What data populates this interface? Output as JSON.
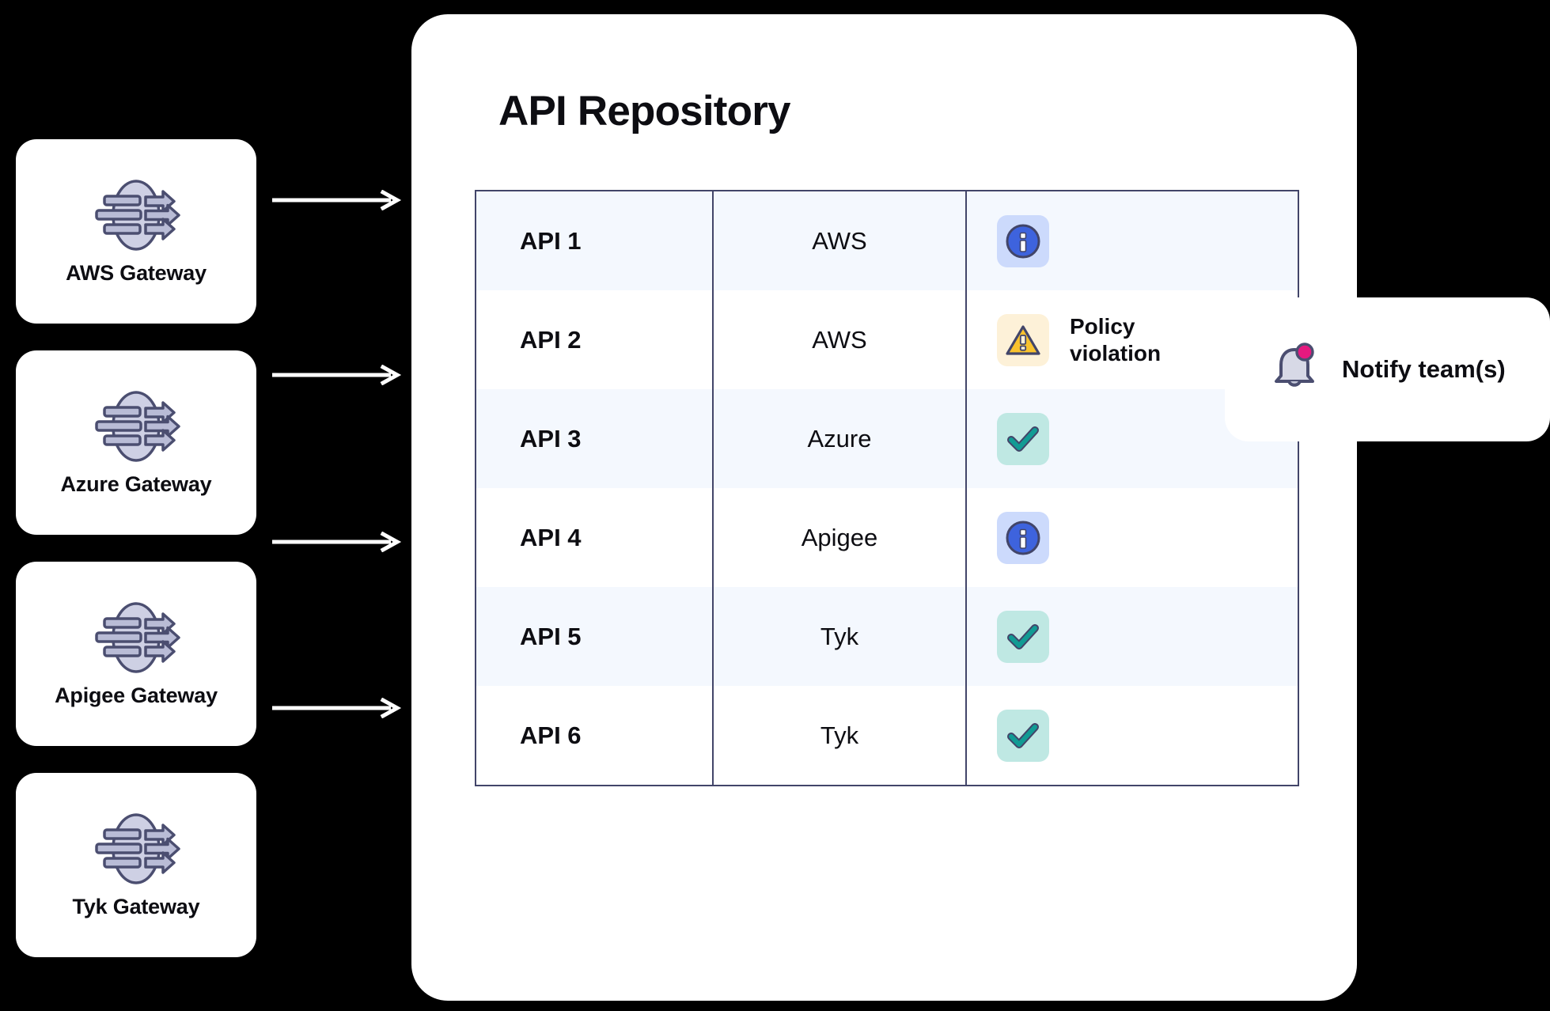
{
  "gateways": [
    {
      "label": "AWS Gateway",
      "icon": "api-gateway-icon"
    },
    {
      "label": "Azure Gateway",
      "icon": "api-gateway-icon"
    },
    {
      "label": "Apigee Gateway",
      "icon": "api-gateway-icon"
    },
    {
      "label": "Tyk Gateway",
      "icon": "api-gateway-icon"
    }
  ],
  "panel": {
    "title": "API Repository"
  },
  "table": {
    "rows": [
      {
        "api": "API 1",
        "vendor": "AWS",
        "status_icon": "info-icon",
        "status_text": ""
      },
      {
        "api": "API 2",
        "vendor": "AWS",
        "status_icon": "warning-icon",
        "status_text": "Policy violation"
      },
      {
        "api": "API 3",
        "vendor": "Azure",
        "status_icon": "check-icon",
        "status_text": ""
      },
      {
        "api": "API 4",
        "vendor": "Apigee",
        "status_icon": "info-icon",
        "status_text": ""
      },
      {
        "api": "API 5",
        "vendor": "Tyk",
        "status_icon": "check-icon",
        "status_text": ""
      },
      {
        "api": "API 6",
        "vendor": "Tyk",
        "status_icon": "check-icon",
        "status_text": ""
      }
    ]
  },
  "notify": {
    "label": "Notify team(s)",
    "icon": "bell-icon"
  },
  "colors": {
    "background": "#000000",
    "card": "#ffffff",
    "row_alt": "#f4f8fe",
    "table_border": "#424569",
    "info_badge": "#ccdafc",
    "info_fill": "#3e63dd",
    "warning_badge": "#fdf1d8",
    "warning_fill": "#f9c22e",
    "ok_badge": "#bfe8e3",
    "ok_fill": "#119b94",
    "notify_dot": "#e5197f",
    "icon_stroke": "#424569",
    "gateway_fill": "#ced0e4"
  }
}
